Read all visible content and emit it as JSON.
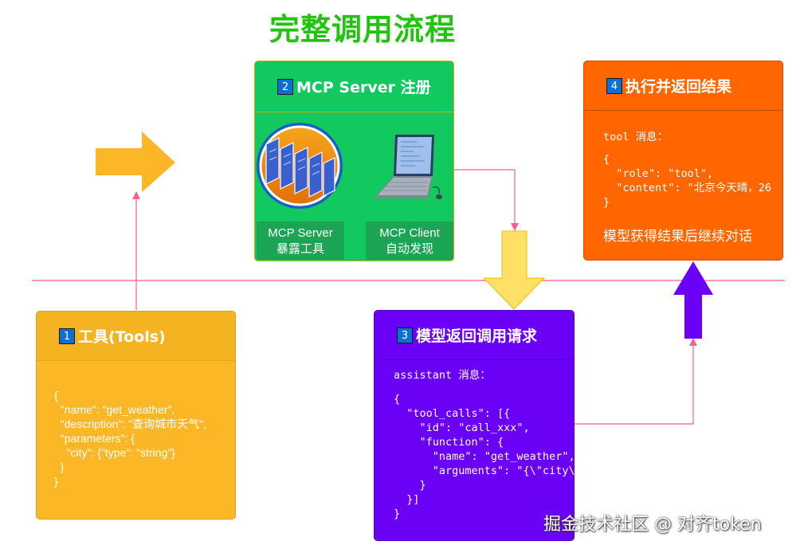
{
  "title": "完整调用流程",
  "card1": {
    "num": "1",
    "title": "工具(Tools)",
    "code": "{\n  \"name\": \"get_weather\",\n  \"description\": \"查询城市天气\",\n  \"parameters\": {\n    \"city\": {\"type\": \"string\"}\n  }\n}"
  },
  "card2": {
    "num": "2",
    "title": "MCP Server 注册",
    "server_label_1": "MCP Server",
    "server_label_2": "暴露工具",
    "client_label_1": "MCP Client",
    "client_label_2": "自动发现"
  },
  "card3": {
    "num": "3",
    "title": "模型返回调用请求",
    "msg_label": "assistant 消息：",
    "code": "{\n  \"tool_calls\": [{\n    \"id\": \"call_xxx\",\n    \"function\": {\n      \"name\": \"get_weather\",\n      \"arguments\": \"{\\\"city\\\":\n    }\n  }]\n}"
  },
  "card4": {
    "num": "4",
    "title": "执行并返回结果",
    "msg_label": "tool 消息：",
    "code": "{\n  \"role\": \"tool\",\n  \"content\": \"北京今天晴，26\n}",
    "note": "模型获得结果后继续对话"
  },
  "watermark": "掘金技术社区 @ 对齐token",
  "colors": {
    "title": "#22c40f",
    "card1": "#fbb726",
    "card2": "#12c960",
    "card3": "#6b00f7",
    "card4": "#ff6600",
    "arrow_orange": "#fbb726",
    "arrow_yellow": "#ffe066",
    "arrow_purple": "#6b00f7",
    "connector": "#f06292"
  }
}
